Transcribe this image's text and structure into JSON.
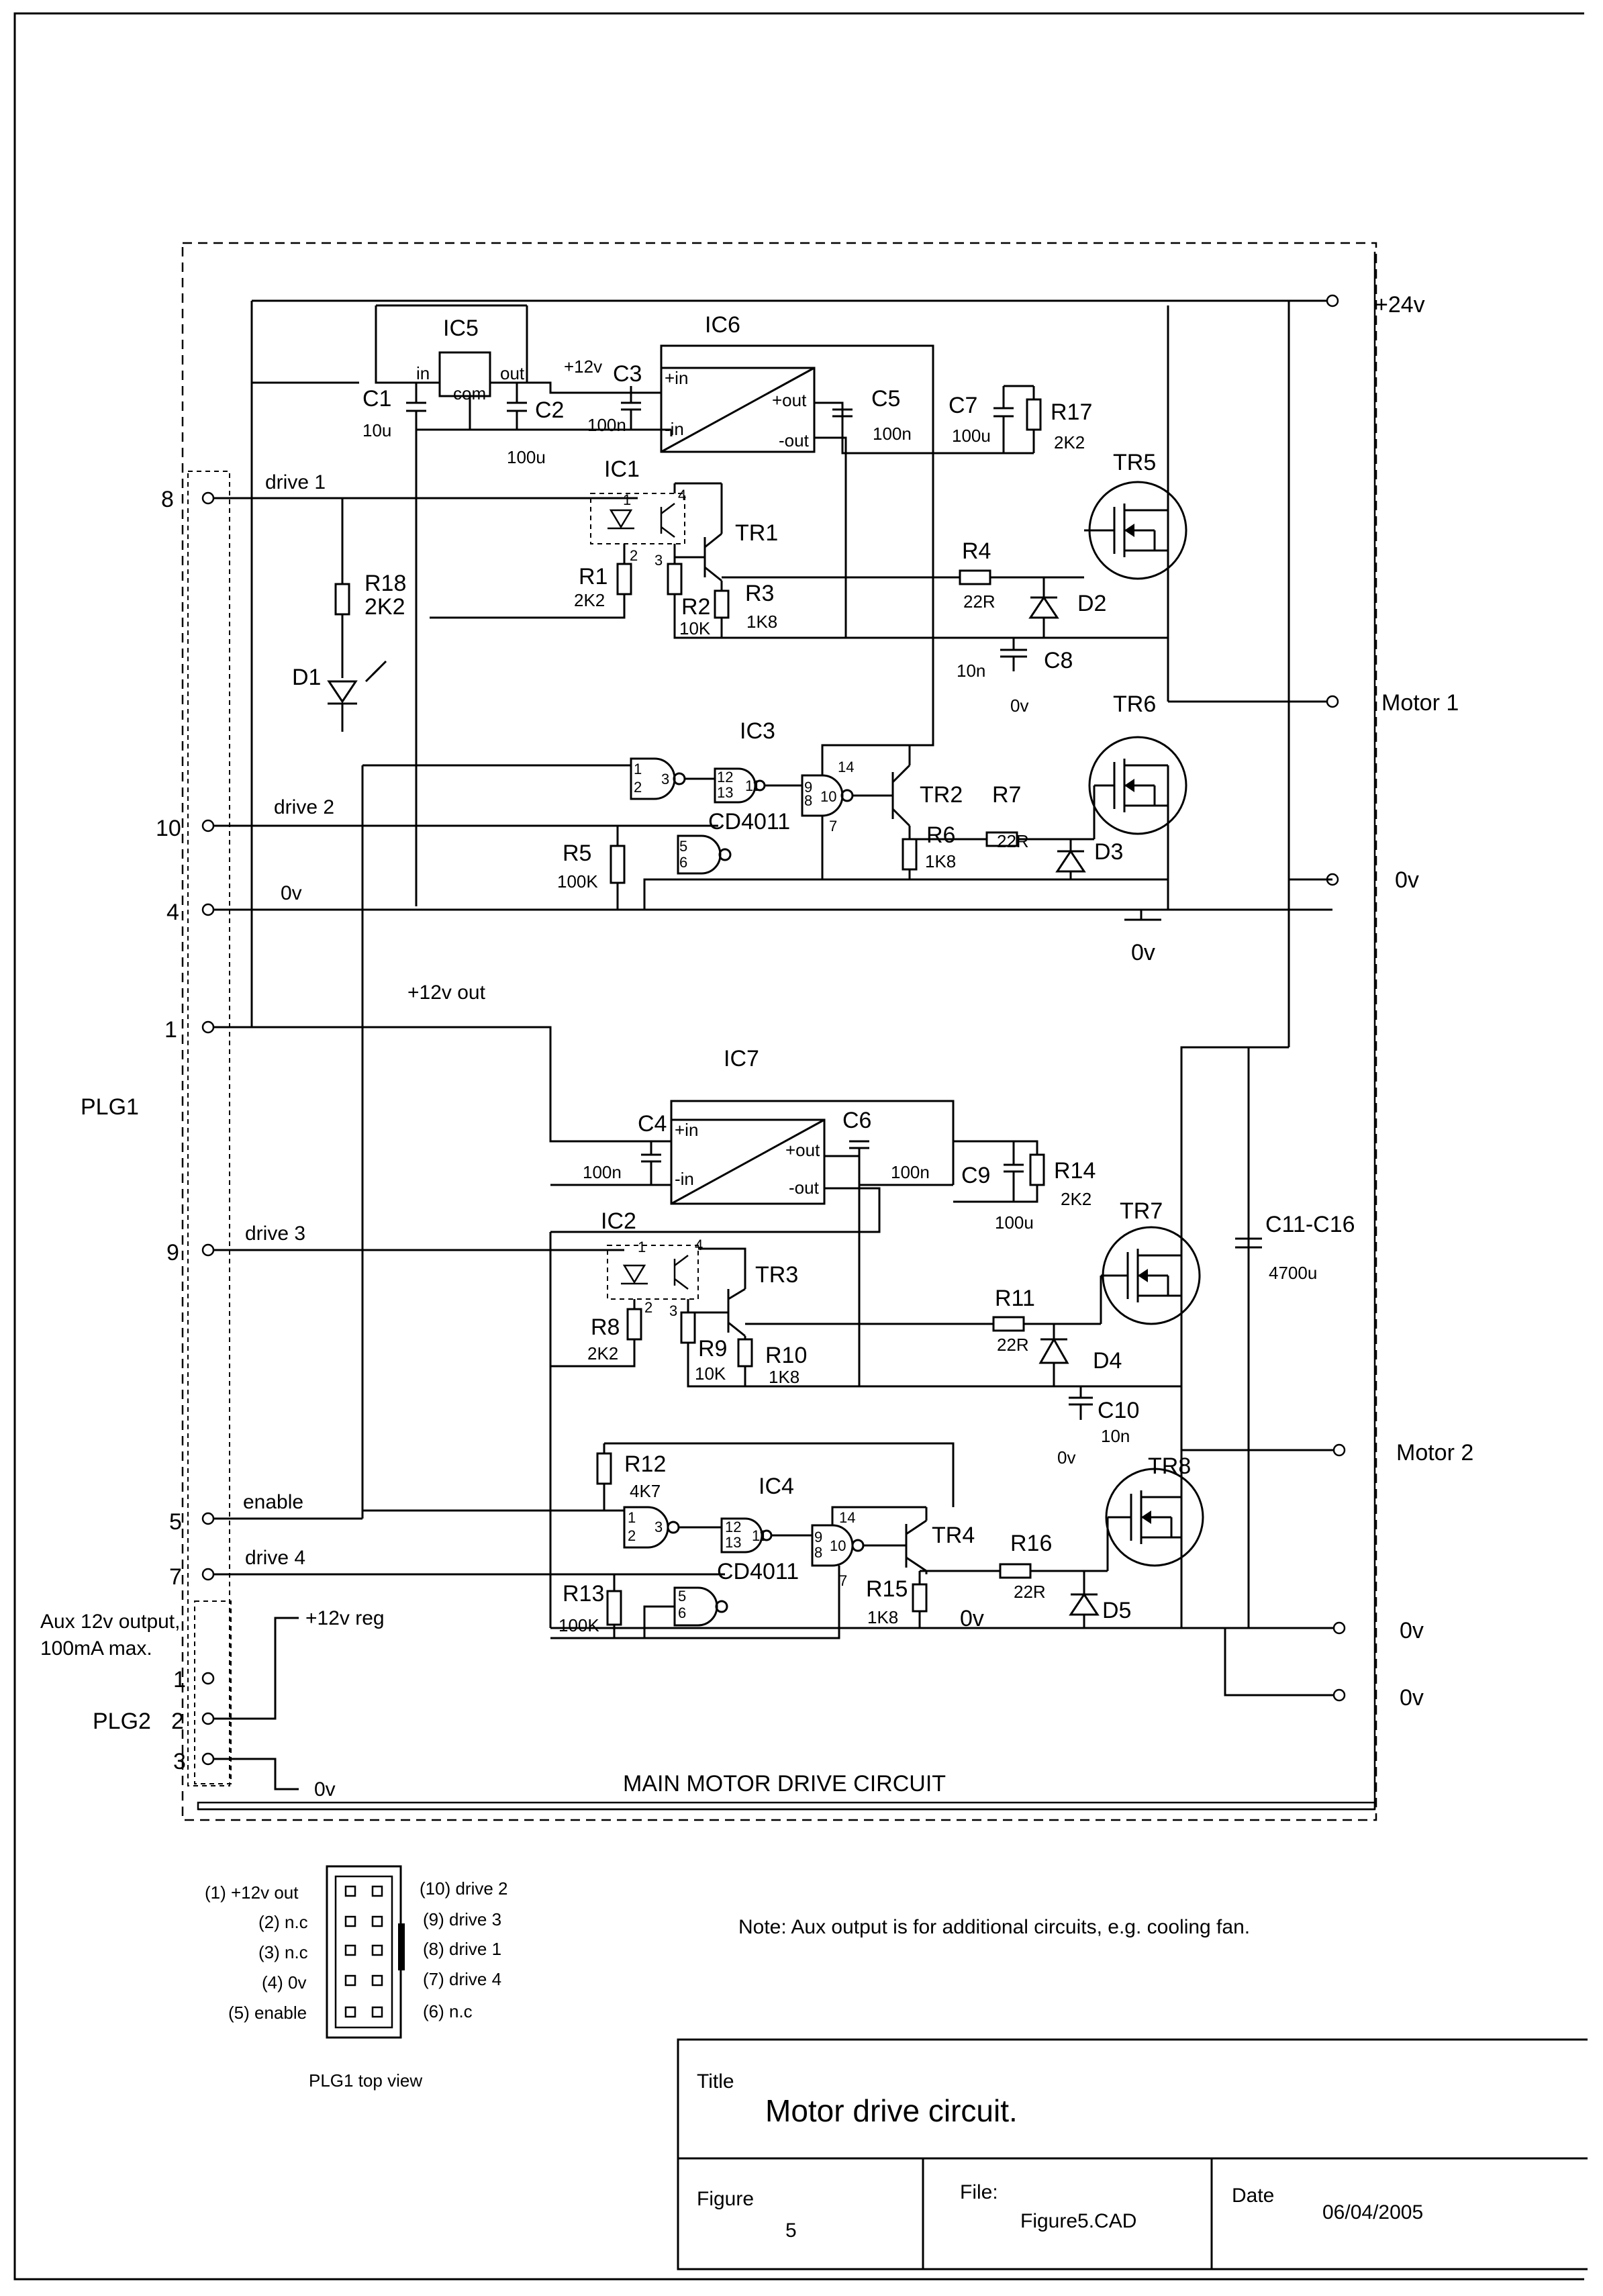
{
  "title_block": {
    "title_label": "Title",
    "title": "Motor drive circuit.",
    "figure_label": "Figure",
    "figure_value": "5",
    "file_label": "File:",
    "file_value": "Figure5.CAD",
    "date_label": "Date",
    "date_value": "06/04/2005"
  },
  "circuit_title": "MAIN MOTOR DRIVE CIRCUIT",
  "note": "Note: Aux output is for additional circuits, e.g. cooling fan.",
  "terminals": {
    "plus24": "+24v",
    "motor1": "Motor 1",
    "zero_v_1": "0v",
    "motor2": "Motor 2",
    "zero_v_2": "0v",
    "zero_v_3": "0v"
  },
  "plg1": {
    "label": "PLG1",
    "pins": [
      {
        "num": "8",
        "signal": "drive 1"
      },
      {
        "num": "10",
        "signal": "drive 2"
      },
      {
        "num": "4",
        "signal": "0v"
      },
      {
        "num": "1",
        "signal": "+12v out"
      },
      {
        "num": "9",
        "signal": "drive 3"
      },
      {
        "num": "5",
        "signal": "enable"
      },
      {
        "num": "7",
        "signal": "drive 4"
      }
    ],
    "top_view_title": "PLG1 top view",
    "left_pins": [
      "(1) +12v out",
      "(2) n.c",
      "(3) n.c",
      "(4) 0v",
      "(5) enable"
    ],
    "right_pins": [
      "(10) drive 2",
      "(9) drive 3",
      "(8) drive 1",
      "(7) drive 4",
      "(6) n.c"
    ]
  },
  "plg2": {
    "label": "PLG2",
    "aux_line1": "Aux 12v output,",
    "aux_line2": "100mA max.",
    "pins": [
      "1",
      "2",
      "3"
    ],
    "reg": "+12v reg",
    "zero": "0v"
  },
  "components": {
    "IC5": "IC5",
    "IC6": "IC6",
    "IC7": "IC7",
    "IC1": "IC1",
    "IC2": "IC2",
    "IC3": "IC3",
    "IC4": "IC4",
    "in": "in",
    "out": "out",
    "com": "com",
    "plus12v": "+12v",
    "pin_in": "+in",
    "min_in": "-in",
    "pout": "+out",
    "mout": "-out",
    "C1": "C1",
    "C1v": "10u",
    "C2": "C2",
    "C2v": "100u",
    "C3": "C3",
    "C3v": "100n",
    "C5": "C5",
    "C5v": "100n",
    "C7": "C7",
    "C7v": "100u",
    "R17": "R17",
    "R17v": "2K2",
    "TR5": "TR5",
    "TR1": "TR1",
    "R18": "R18",
    "R18v": "2K2",
    "D1": "D1",
    "R1": "R1",
    "R1v": "2K2",
    "R2": "R2",
    "R2v": "10K",
    "R3": "R3",
    "R3v": "1K8",
    "R4": "R4",
    "R4v": "22R",
    "D2": "D2",
    "C8": "C8",
    "C8v": "10n",
    "C8z": "0v",
    "TR6": "TR6",
    "TR2": "TR2",
    "R7": "R7",
    "R7v": "22R",
    "R6": "R6",
    "R6v": "1K8",
    "D3": "D3",
    "CD4011a": "CD4011",
    "R5": "R5",
    "R5v": "100K",
    "zv_gnd": "0v",
    "C4": "C4",
    "C4v": "100n",
    "C6": "C6",
    "C6v": "100n",
    "C9": "C9",
    "C9v": "100u",
    "R14": "R14",
    "R14v": "2K2",
    "TR7": "TR7",
    "TR3": "TR3",
    "C11": "C11-C16",
    "C11v": "4700u",
    "R8": "R8",
    "R8v": "2K2",
    "R9": "R9",
    "R9v": "10K",
    "R10": "R10",
    "R10v": "1K8",
    "R11": "R11",
    "R11v": "22R",
    "D4": "D4",
    "C10": "C10",
    "C10v": "10n",
    "C10z": "0v",
    "R12": "R12",
    "R12v": "4K7",
    "TR8": "TR8",
    "TR4": "TR4",
    "CD4011b": "CD4011",
    "R16": "R16",
    "R16v": "22R",
    "R13": "R13",
    "R13v": "100K",
    "R15": "R15",
    "R15v": "1K8",
    "D5": "D5",
    "zv_r15": "0v"
  }
}
